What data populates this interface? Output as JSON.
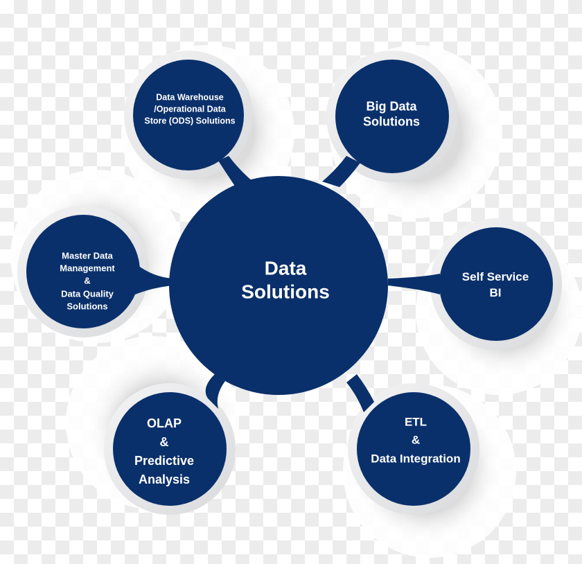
{
  "diagram": {
    "title": "Data Solutions",
    "colors": {
      "node_fill": "#0a306b",
      "ring": "#e6e7e9",
      "text": "#ffffff"
    },
    "center": {
      "lines": [
        "Data",
        "Solutions"
      ]
    },
    "nodes": [
      {
        "id": "dw-ods",
        "lines": [
          "Data Warehouse",
          "/Operational Data",
          "Store (ODS) Solutions"
        ]
      },
      {
        "id": "big-data",
        "lines": [
          "Big Data",
          "Solutions"
        ]
      },
      {
        "id": "mdm",
        "lines": [
          "Master Data",
          "Management",
          "&",
          "Data Quality",
          "Solutions"
        ]
      },
      {
        "id": "self-service-bi",
        "lines": [
          "Self Service",
          "BI"
        ]
      },
      {
        "id": "olap",
        "lines": [
          "OLAP",
          "&",
          "Predictive",
          "Analysis"
        ]
      },
      {
        "id": "etl",
        "lines": [
          "ETL",
          "&",
          "Data Integration"
        ]
      }
    ]
  }
}
